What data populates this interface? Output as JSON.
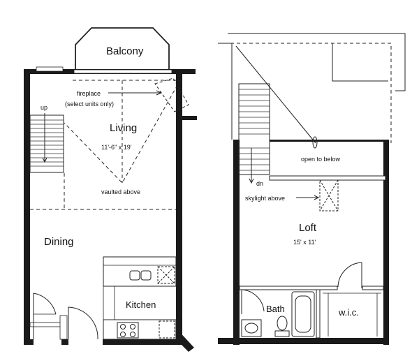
{
  "lower_floor": {
    "balcony": "Balcony",
    "fireplace_line1": "fireplace",
    "fireplace_line2": "(select units only)",
    "stair_label": "up",
    "living": "Living",
    "living_dims": "11'-6\" x 19'",
    "vaulted": "vaulted above",
    "dining": "Dining",
    "kitchen": "Kitchen"
  },
  "upper_floor": {
    "open_to_below": "open to below",
    "stair_label": "dn",
    "skylight": "skylight above",
    "loft": "Loft",
    "loft_dims": "15' x 11'",
    "bath": "Bath",
    "closet": "w.i.c."
  }
}
